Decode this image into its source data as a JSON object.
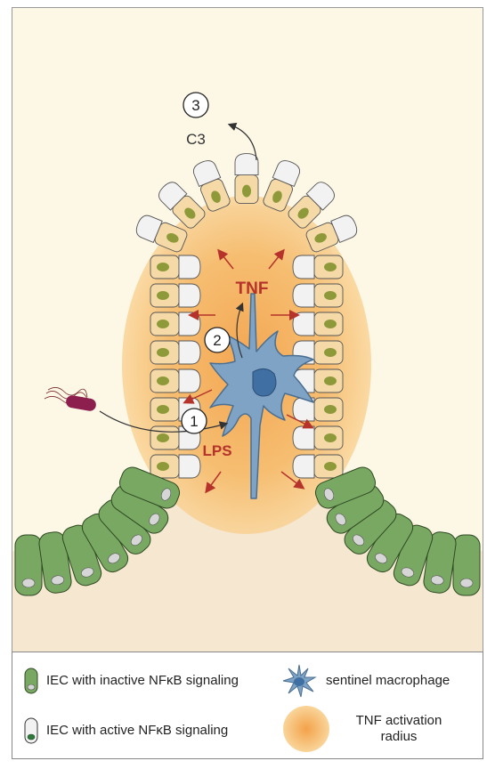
{
  "labels": {
    "step1": "1",
    "step2": "2",
    "step3": "3",
    "c3": "C3",
    "tnf": "TNF",
    "lps": "LPS"
  },
  "legend": {
    "inactive": "IEC with inactive NFκB signaling",
    "active": "IEC with active NFκB signaling",
    "macrophage": "sentinel macrophage",
    "radius_line1": "TNF activation",
    "radius_line2": "radius"
  },
  "colors": {
    "lumen": "#fdf7e6",
    "tissue": "#f6e7d0",
    "radius": "#f6b35a",
    "cell_active": "#f5d9a6",
    "cell_tip": "#f2f2f2",
    "nucleus_active": "#8e9a3a",
    "cell_inactive": "#79a862",
    "nucleus_inactive": "#d6d6d6",
    "macrophage": "#7fa3c4",
    "macrophage_nucleus": "#3f6fa3",
    "arrow_red": "#b5332a",
    "text_red": "#b5332a",
    "bacterium": "#8d1f4e"
  }
}
